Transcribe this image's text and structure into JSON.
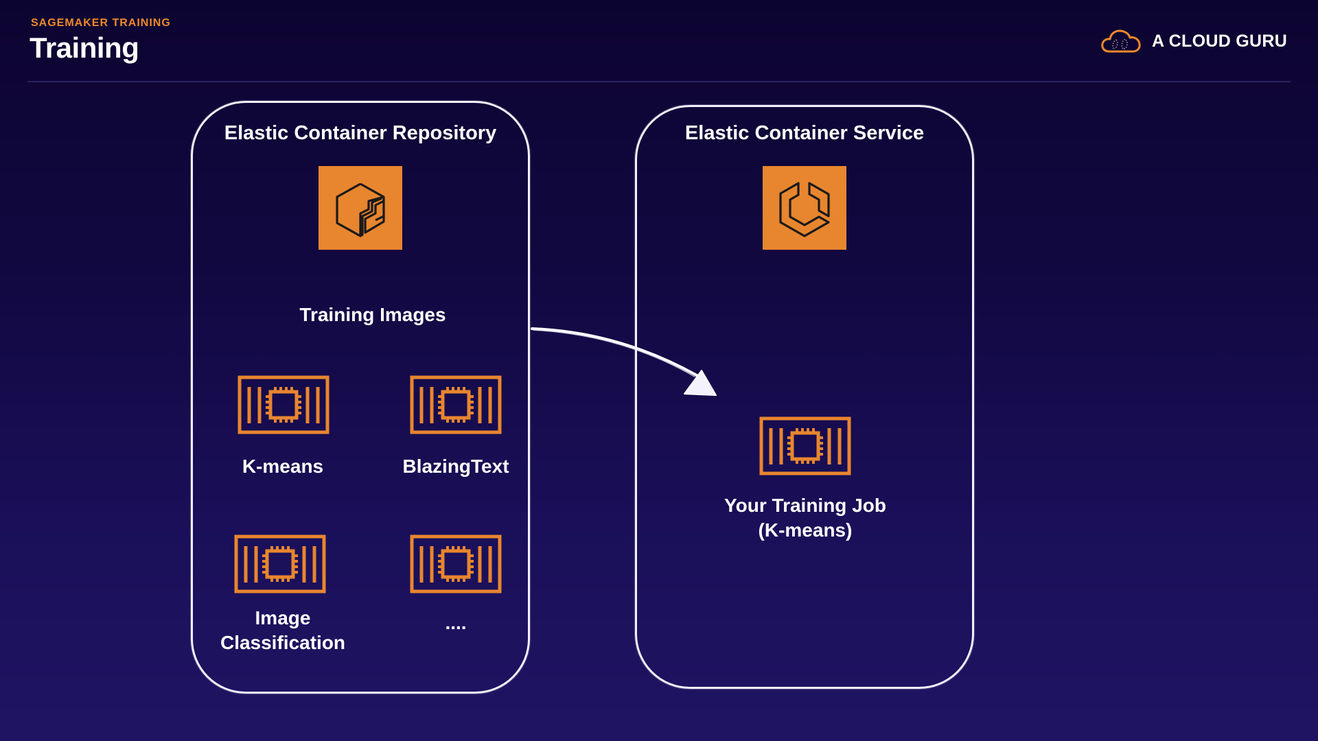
{
  "header": {
    "eyebrow": "SAGEMAKER TRAINING",
    "title": "Training"
  },
  "brand": {
    "name": "A CLOUD GURU",
    "icon": "cloud-icon"
  },
  "colors": {
    "accent": "#f0892a",
    "icon_fill": "#e8852f",
    "background_top": "#0c0430",
    "background_bottom": "#1f1462",
    "panel_border": "#f2f0ff"
  },
  "diagram": {
    "left_panel": {
      "title": "Elastic Container Repository",
      "icon": "ecr-icon",
      "section_label": "Training Images",
      "items": [
        {
          "label": "K-means",
          "icon": "container-chip-icon"
        },
        {
          "label": "BlazingText",
          "icon": "container-chip-icon"
        },
        {
          "label_line1": "Image",
          "label_line2": "Classification",
          "icon": "container-chip-icon"
        },
        {
          "label": "....",
          "icon": "container-chip-icon"
        }
      ]
    },
    "right_panel": {
      "title": "Elastic Container Service",
      "icon": "ecs-icon",
      "job": {
        "label_line1": "Your Training Job",
        "label_line2": "(K-means)",
        "icon": "container-chip-icon"
      }
    },
    "connector": {
      "from": "Training Images",
      "to": "Your Training Job",
      "icon": "arrow-icon"
    }
  }
}
